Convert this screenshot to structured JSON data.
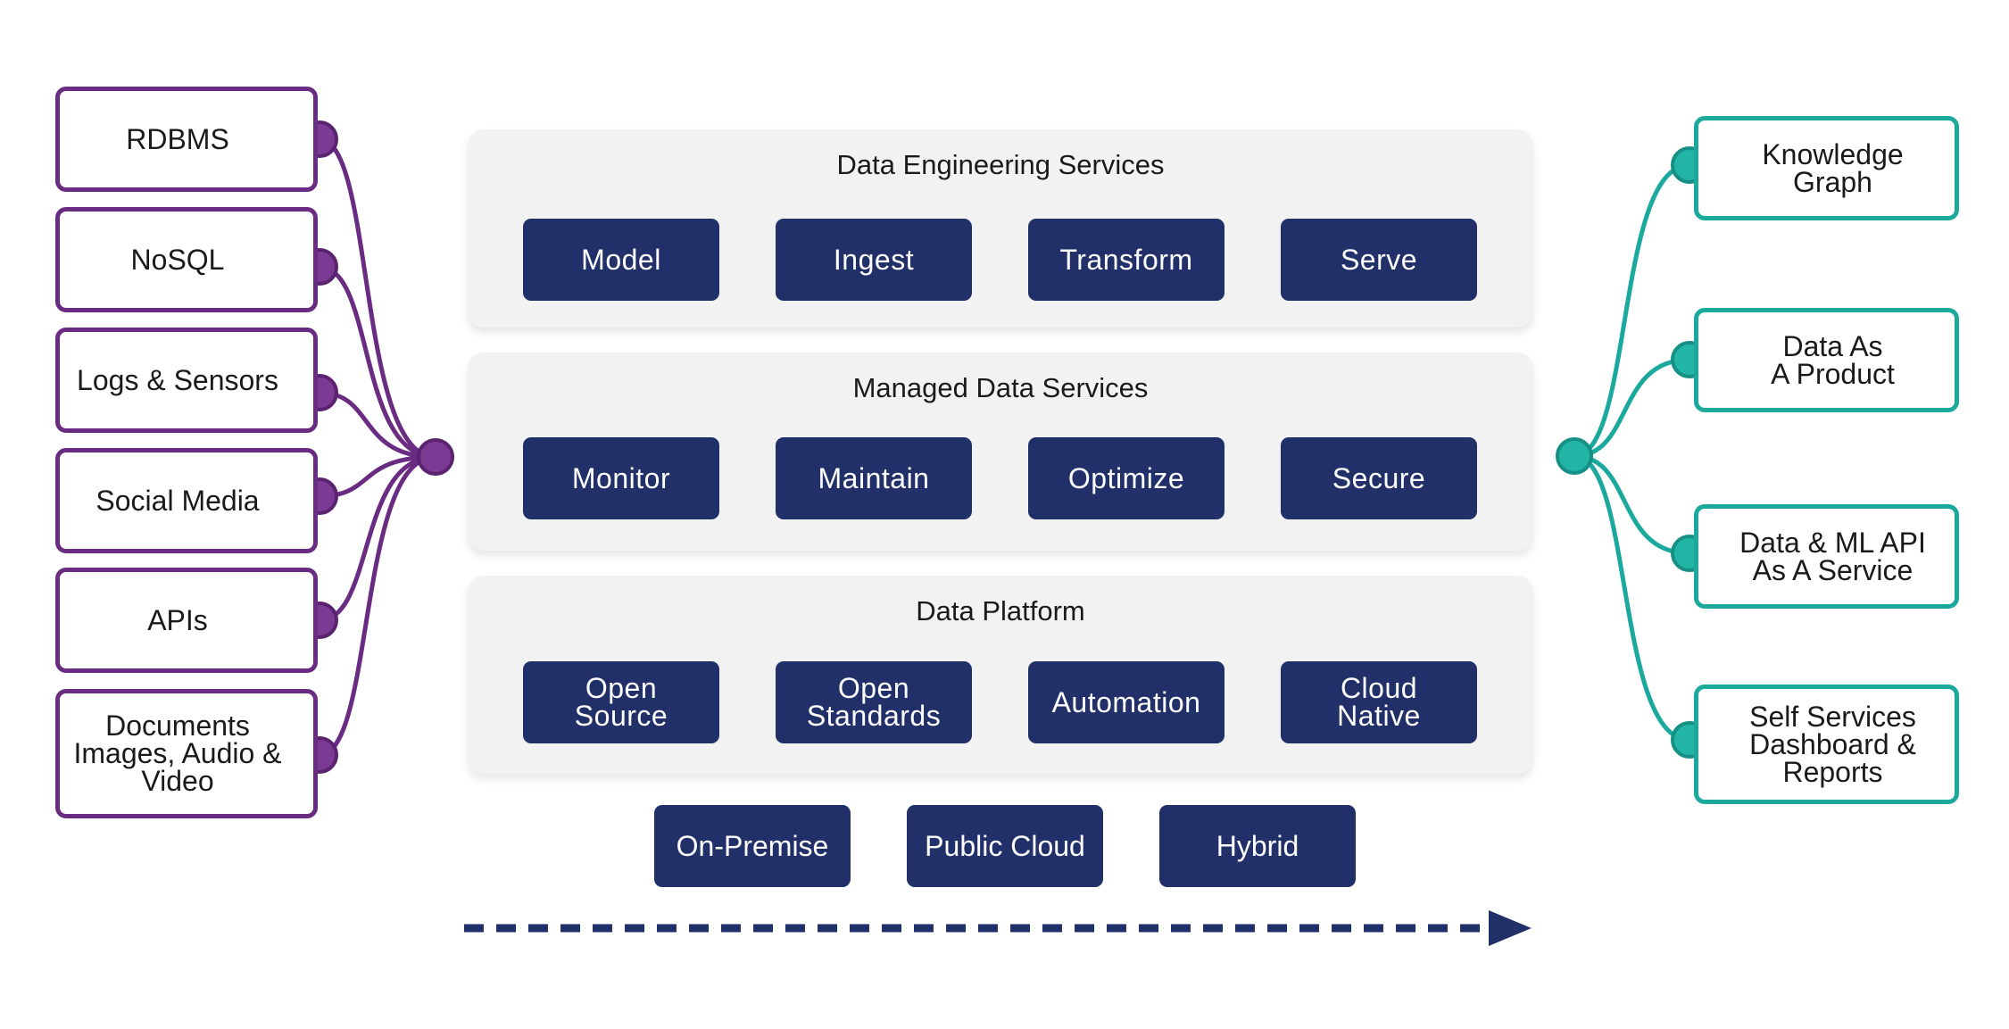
{
  "sources": [
    {
      "label": "RDBMS"
    },
    {
      "label": "NoSQL"
    },
    {
      "label": "Logs & Sensors"
    },
    {
      "label": "Social Media"
    },
    {
      "label": "APIs"
    },
    {
      "label": "Documents\nImages, Audio &\nVideo"
    }
  ],
  "layers": [
    {
      "title": "Data Engineering Services",
      "tiles": [
        "Model",
        "Ingest",
        "Transform",
        "Serve"
      ]
    },
    {
      "title": "Managed Data Services",
      "tiles": [
        "Monitor",
        "Maintain",
        "Optimize",
        "Secure"
      ]
    },
    {
      "title": "Data Platform",
      "tiles": [
        "Open\nSource",
        "Open\nStandards",
        "Automation",
        "Cloud\nNative"
      ]
    }
  ],
  "deployment": [
    "On-Premise",
    "Public Cloud",
    "Hybrid"
  ],
  "outputs": [
    {
      "label": "Knowledge\nGraph"
    },
    {
      "label": "Data As\nA Product"
    },
    {
      "label": "Data & ML API\nAs A Service"
    },
    {
      "label": "Self Services\nDashboard &\nReports"
    }
  ],
  "colors": {
    "source_accent": "#6a2c82",
    "source_node": "#7b3a93",
    "output_accent": "#1aa99c",
    "output_node": "#22b5a6",
    "tile": "#22306a",
    "panel": "#f2f2f3",
    "arrow": "#22306a"
  }
}
